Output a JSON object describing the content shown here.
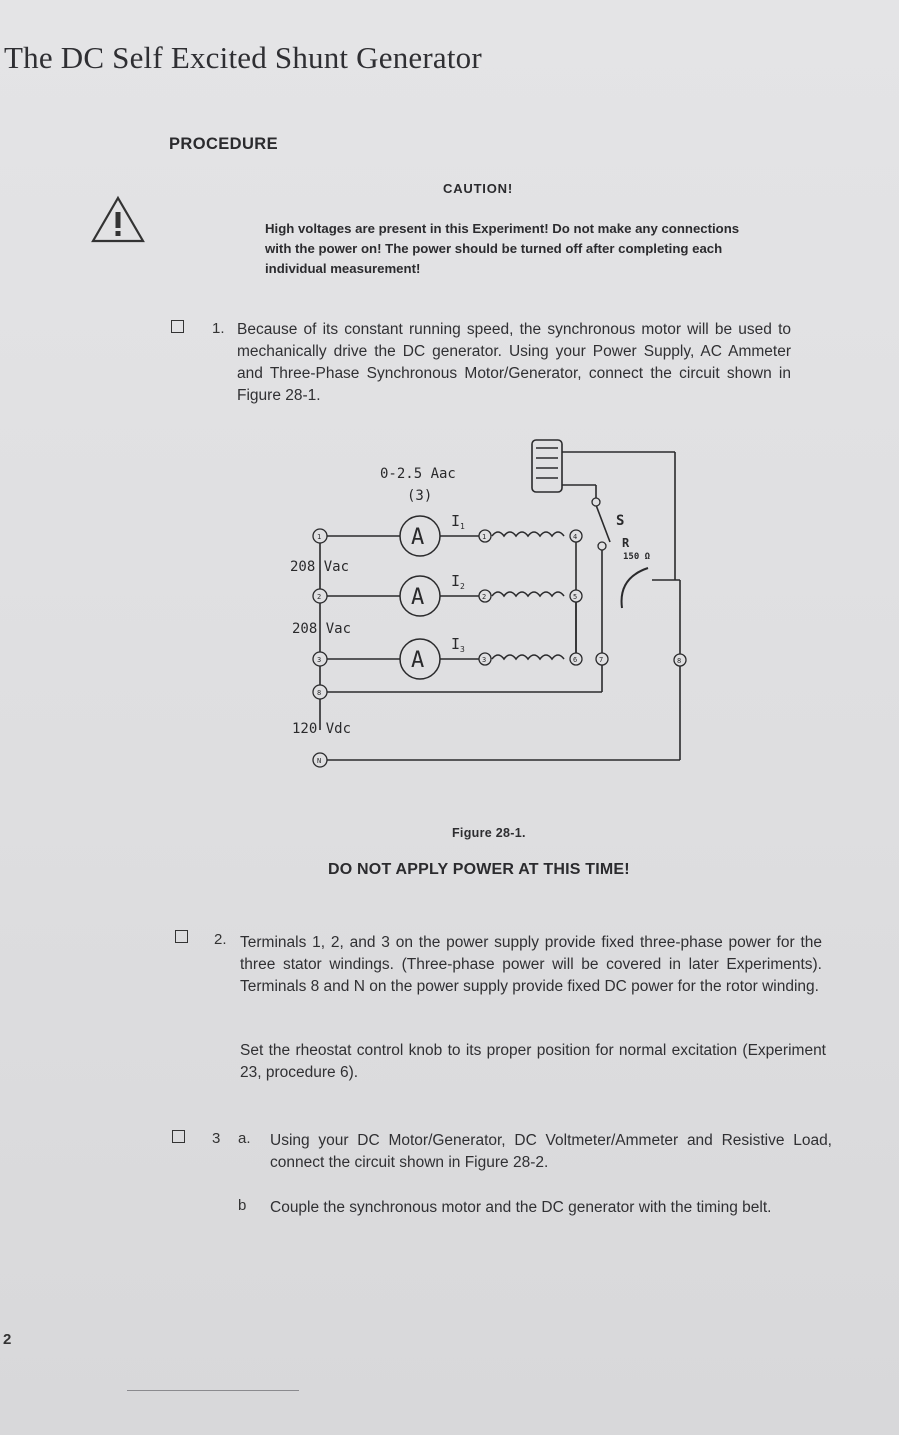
{
  "page": {
    "title": "The DC Self Excited Shunt Generator",
    "section": "PROCEDURE",
    "page_number": "2"
  },
  "caution": {
    "icon": "warning-triangle-icon",
    "title": "CAUTION!",
    "text": "High voltages are present in this Experiment! Do not make any connections with the power on! The power should be turned off after completing each individual measurement!"
  },
  "steps": [
    {
      "number": "1.",
      "text": "Because of its constant running speed, the synchronous motor will be used to mechanically drive the DC generator. Using your Power Supply, AC Ammeter and Three-Phase Synchronous Motor/Generator, connect the circuit shown in Figure 28-1."
    },
    {
      "number": "2.",
      "text": "Terminals 1, 2, and 3 on the power supply provide fixed three-phase power for the three stator windings. (Three-phase power will be covered in later Experiments). Terminals 8 and N on the power supply provide fixed DC power for the rotor winding.",
      "text2": "Set the rheostat control knob to its proper position for normal excitation (Experiment 23, procedure 6)."
    },
    {
      "number": "3",
      "sub": [
        {
          "letter": "a.",
          "text": "Using your DC Motor/Generator, DC Voltmeter/Ammeter and Resistive Load, connect the circuit shown in Figure 28-2."
        },
        {
          "letter": "b",
          "text": "Couple the synchronous motor and the DC generator with the timing belt."
        }
      ]
    }
  ],
  "figure": {
    "ammeter_range": "0-2.5 Aac",
    "ammeter_qty": "(3)",
    "ammeter_symbol": "A",
    "currents": [
      "I",
      "I",
      "I"
    ],
    "current_subs": [
      "1",
      "2",
      "3"
    ],
    "supply_labels": [
      "208 Vac",
      "208 Vac",
      "120 Vdc"
    ],
    "supply_terminals": [
      "1",
      "2",
      "3",
      "8",
      "N"
    ],
    "winding_terminals": [
      "1",
      "4",
      "2",
      "5",
      "3",
      "6",
      "7",
      "8"
    ],
    "switch_label": "S",
    "rheostat_label": "R",
    "rheostat_value": "150 Ω",
    "caption": "Figure 28-1."
  },
  "warning": "DO NOT APPLY POWER AT THIS TIME!"
}
